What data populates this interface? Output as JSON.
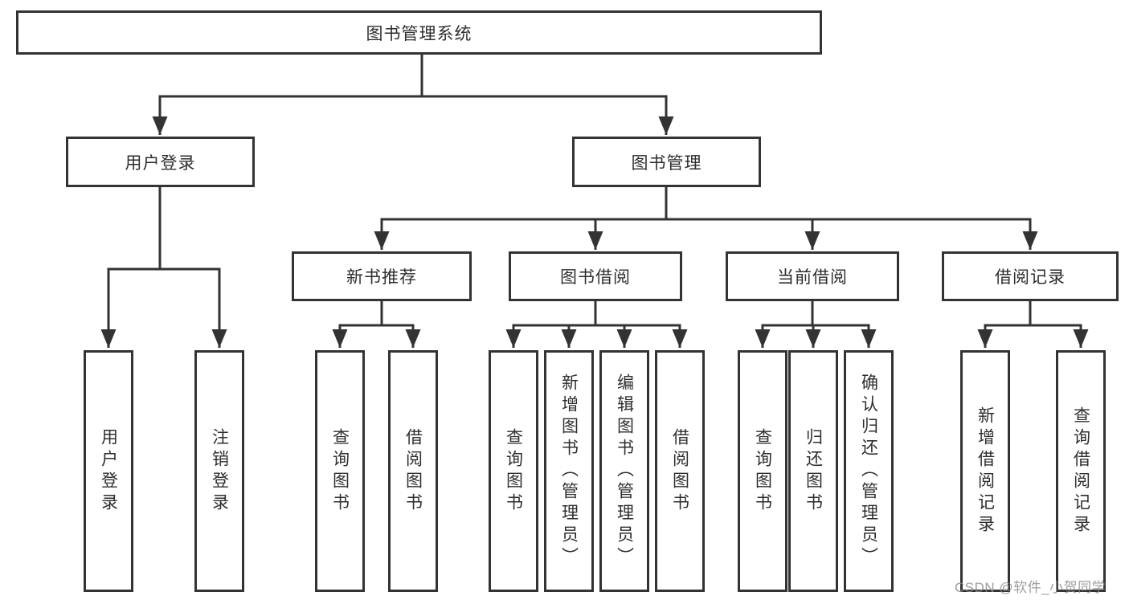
{
  "diagram": {
    "root": "图书管理系统",
    "user_branch": {
      "label": "用户登录",
      "children": [
        "用户登录",
        "注销登录"
      ]
    },
    "book_branch": {
      "label": "图书管理",
      "groups": [
        {
          "label": "新书推荐",
          "children": [
            "查询图书",
            "借阅图书"
          ]
        },
        {
          "label": "图书借阅",
          "children": [
            "查询图书",
            "新增图书（管理员）",
            "编辑图书（管理员）",
            "借阅图书"
          ]
        },
        {
          "label": "当前借阅",
          "children": [
            "查询图书",
            "归还图书",
            "确认归还（管理员）"
          ]
        },
        {
          "label": "借阅记录",
          "children": [
            "新增借阅记录",
            "查询借阅记录"
          ]
        }
      ]
    }
  },
  "watermark": "CSDN @软件_小贺同学",
  "colors": {
    "line": "#333333",
    "text": "#2e2e2e",
    "background": "#ffffff",
    "watermark": "#8c8c8c"
  }
}
